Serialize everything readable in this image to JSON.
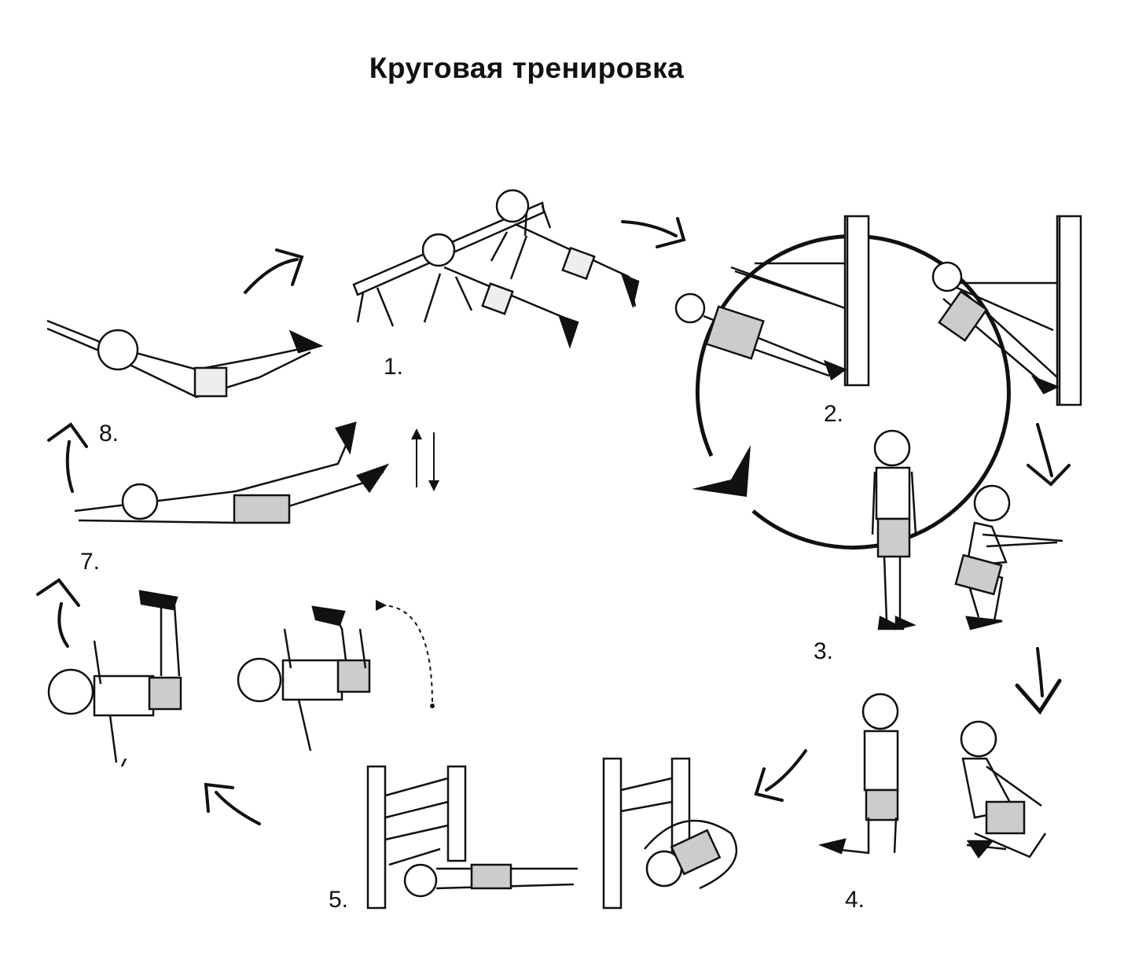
{
  "title": "Круговая тренировка",
  "stations": [
    {
      "label": "1.",
      "exercise": "push-ups-on-bench"
    },
    {
      "label": "2.",
      "exercise": "pull-ups-lying-at-bar"
    },
    {
      "label": "3.",
      "exercise": "squats"
    },
    {
      "label": "4.",
      "exercise": "kneeling-back-bend"
    },
    {
      "label": "5.",
      "exercise": "sit-ups-at-wall-bars"
    },
    {
      "label": "7.",
      "exercise": "lying-leg-raises"
    },
    {
      "label": "8.",
      "exercise": "lying-back-extension"
    }
  ],
  "colors": {
    "ink": "#111111",
    "paper": "#ffffff",
    "shade": "#dddddd"
  },
  "icons": [
    "circular-flow-arrow",
    "station-transition-arrow",
    "up-down-arrows-icon",
    "dashed-curve-arrow"
  ]
}
